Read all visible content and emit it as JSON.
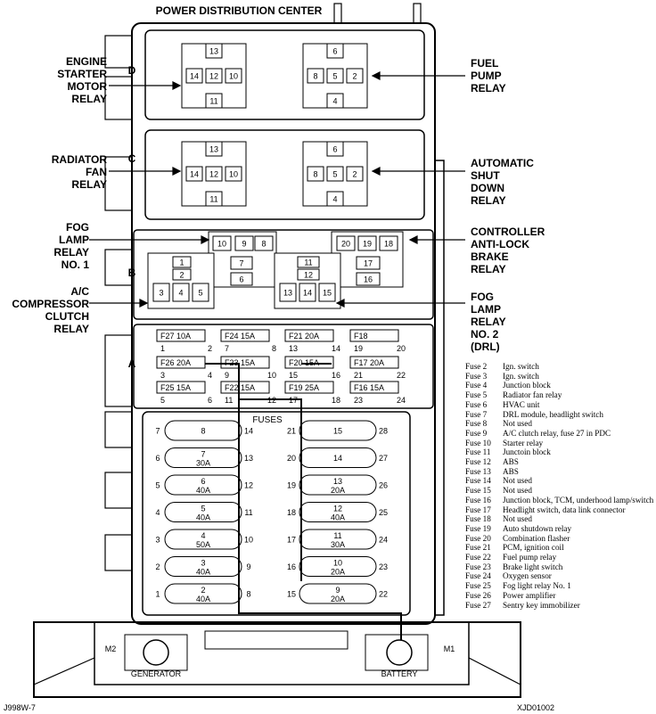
{
  "title": "POWER DISTRIBUTION CENTER",
  "section_labels": {
    "D": "D",
    "C": "C",
    "B": "B",
    "A": "A"
  },
  "relay_labels": {
    "engine_starter": [
      "ENGINE",
      "STARTER",
      "MOTOR",
      "RELAY"
    ],
    "fuel_pump": [
      "FUEL",
      "PUMP",
      "RELAY"
    ],
    "radiator_fan": [
      "RADIATOR",
      "FAN",
      "RELAY"
    ],
    "asd": [
      "AUTOMATIC",
      "SHUT",
      "DOWN",
      "RELAY"
    ],
    "fog_lamp_1": [
      "FOG",
      "LAMP",
      "RELAY",
      "NO. 1"
    ],
    "abs": [
      "CONTROLLER",
      "ANTI-LOCK",
      "BRAKE",
      "RELAY"
    ],
    "ac_clutch": [
      "A/C",
      "COMPRESSOR",
      "CLUTCH",
      "RELAY"
    ],
    "fog_lamp_2": [
      "FOG",
      "LAMP",
      "RELAY",
      "NO. 2",
      "(DRL)"
    ]
  },
  "relay_pins": {
    "D_left": [
      "13",
      "14",
      "12",
      "10",
      "11"
    ],
    "D_right": [
      "6",
      "8",
      "5",
      "2",
      "4"
    ],
    "C_left": [
      "13",
      "14",
      "12",
      "10",
      "11"
    ],
    "C_right": [
      "6",
      "8",
      "5",
      "2",
      "4"
    ]
  },
  "b_pins": {
    "top_left": [
      "10",
      "9",
      "8",
      "7",
      "6"
    ],
    "top_right": [
      "20",
      "19",
      "18",
      "17",
      "16"
    ],
    "left": [
      "1",
      "2",
      "3",
      "4",
      "5"
    ],
    "mid": [
      "11",
      "12",
      "13",
      "14",
      "15"
    ]
  },
  "a_fuses": [
    {
      "name": "F27 10A",
      "l": "1",
      "r": "2"
    },
    {
      "name": "F24 15A",
      "l": "7",
      "r": "8"
    },
    {
      "name": "F21 20A",
      "l": "13",
      "r": "14"
    },
    {
      "name": "F18",
      "l": "19",
      "r": "20"
    },
    {
      "name": "F26 20A",
      "l": "3",
      "r": "4"
    },
    {
      "name": "F23 15A",
      "l": "9",
      "r": "10"
    },
    {
      "name": "F20 15A",
      "l": "15",
      "r": "16"
    },
    {
      "name": "F17 20A",
      "l": "21",
      "r": "22"
    },
    {
      "name": "F25 15A",
      "l": "5",
      "r": "6"
    },
    {
      "name": "F22 15A",
      "l": "11",
      "r": "12"
    },
    {
      "name": "F19 25A",
      "l": "17",
      "r": "18"
    },
    {
      "name": "F16 15A",
      "l": "23",
      "r": "24"
    }
  ],
  "fuses_title": "FUSES",
  "left_fuses": [
    {
      "lp": "7",
      "num": "8",
      "amp": "",
      "rp": "14"
    },
    {
      "lp": "6",
      "num": "7",
      "amp": "30A",
      "rp": "13"
    },
    {
      "lp": "5",
      "num": "6",
      "amp": "40A",
      "rp": "12"
    },
    {
      "lp": "4",
      "num": "5",
      "amp": "40A",
      "rp": "11"
    },
    {
      "lp": "3",
      "num": "4",
      "amp": "50A",
      "rp": "10"
    },
    {
      "lp": "2",
      "num": "3",
      "amp": "40A",
      "rp": "9"
    },
    {
      "lp": "1",
      "num": "2",
      "amp": "40A",
      "rp": "8"
    }
  ],
  "right_fuses": [
    {
      "lp": "21",
      "num": "15",
      "amp": "",
      "rp": "28"
    },
    {
      "lp": "20",
      "num": "14",
      "amp": "",
      "rp": "27"
    },
    {
      "lp": "19",
      "num": "13",
      "amp": "20A",
      "rp": "26"
    },
    {
      "lp": "18",
      "num": "12",
      "amp": "40A",
      "rp": "25"
    },
    {
      "lp": "17",
      "num": "11",
      "amp": "30A",
      "rp": "24"
    },
    {
      "lp": "16",
      "num": "10",
      "amp": "20A",
      "rp": "23"
    },
    {
      "lp": "15",
      "num": "9",
      "amp": "20A",
      "rp": "22"
    }
  ],
  "bottom": {
    "m2": "M2",
    "m1": "M1",
    "generator": "GENERATOR",
    "battery": "BATTERY"
  },
  "footer": {
    "left": "J998W-7",
    "right": "XJD01002"
  },
  "legend": [
    {
      "fuse": "Fuse 2",
      "desc": "Ign. switch"
    },
    {
      "fuse": "Fuse 3",
      "desc": "Ign. switch"
    },
    {
      "fuse": "Fuse 4",
      "desc": "Junction block"
    },
    {
      "fuse": "Fuse 5",
      "desc": "Radiator fan relay"
    },
    {
      "fuse": "Fuse 6",
      "desc": "HVAC unit"
    },
    {
      "fuse": "Fuse 7",
      "desc": "DRL module, headlight switch"
    },
    {
      "fuse": "Fuse 8",
      "desc": "Not used"
    },
    {
      "fuse": "Fuse 9",
      "desc": "A/C clutch relay, fuse 27 in PDC"
    },
    {
      "fuse": "Fuse 10",
      "desc": "Starter relay"
    },
    {
      "fuse": "Fuse 11",
      "desc": "Junctoin block"
    },
    {
      "fuse": "Fuse 12",
      "desc": "ABS"
    },
    {
      "fuse": "Fuse 13",
      "desc": "ABS"
    },
    {
      "fuse": "Fuse 14",
      "desc": "Not used"
    },
    {
      "fuse": "Fuse 15",
      "desc": "Not used"
    },
    {
      "fuse": "Fuse 16",
      "desc": "Junction block, TCM, underhood lamp/switch"
    },
    {
      "fuse": "Fuse 17",
      "desc": "Headlight switch, data link connector"
    },
    {
      "fuse": "Fuse 18",
      "desc": "Not used"
    },
    {
      "fuse": "Fuse 19",
      "desc": "Auto shutdown relay"
    },
    {
      "fuse": "Fuse 20",
      "desc": "Combination flasher"
    },
    {
      "fuse": "Fuse 21",
      "desc": "PCM, ignition coil"
    },
    {
      "fuse": "Fuse 22",
      "desc": "Fuel pump relay"
    },
    {
      "fuse": "Fuse 23",
      "desc": "Brake light switch"
    },
    {
      "fuse": "Fuse 24",
      "desc": "Oxygen sensor"
    },
    {
      "fuse": "Fuse 25",
      "desc": "Fog light relay No. 1"
    },
    {
      "fuse": "Fuse 26",
      "desc": "Power amplifier"
    },
    {
      "fuse": "Fuse 27",
      "desc": "Sentry key immobilizer"
    }
  ]
}
